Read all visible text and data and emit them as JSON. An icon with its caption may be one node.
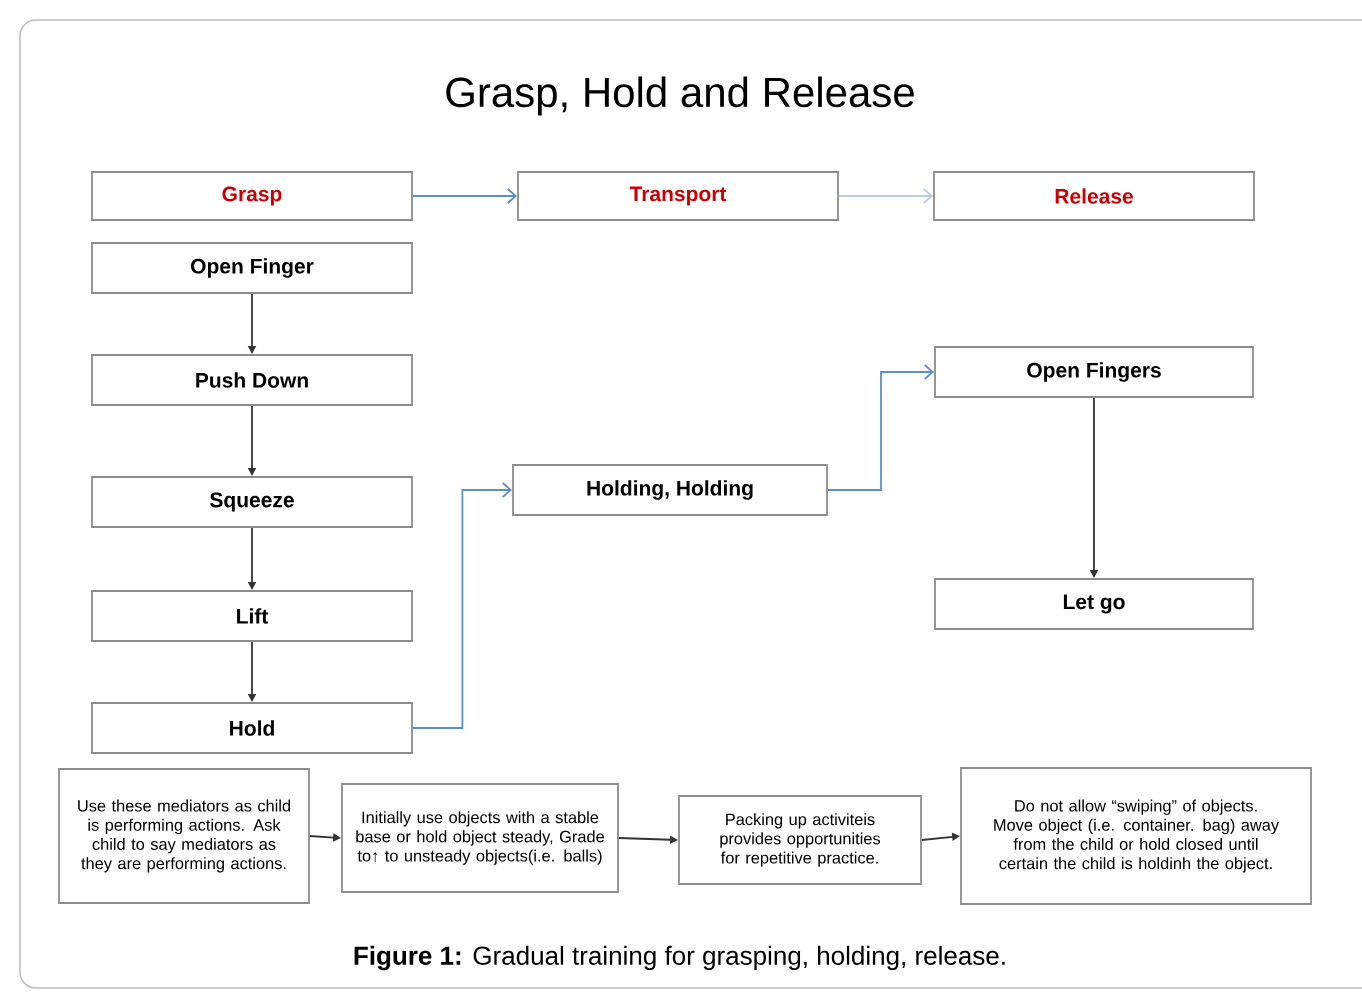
{
  "diagram": {
    "title": "Grasp, Hold and Release",
    "caption": "**Figure 1:** Gradual training for grasping, holding, release.",
    "nodes": [
      {
        "text": [
          "Grasp"
        ]
      },
      {
        "text": [
          "Transport"
        ]
      },
      {
        "text": [
          "Release"
        ]
      },
      {
        "text": [
          "Open Finger"
        ]
      },
      {
        "text": [
          "Push Down"
        ]
      },
      {
        "text": [
          "Squeeze"
        ]
      },
      {
        "text": [
          "Lift"
        ]
      },
      {
        "text": [
          "Hold"
        ]
      },
      {
        "text": [
          "Holding, Holding"
        ]
      },
      {
        "text": [
          "Open Fingers"
        ]
      },
      {
        "text": [
          "Let go"
        ]
      },
      {
        "text": [
          "Use these mediators as child is performing actions. Ask child to say mediators as they are performing actions."
        ]
      },
      {
        "text": [
          "Initially use objects with a stable base or hold object steady, Grade to↑ to unsteady objects(i.e. balls)"
        ]
      },
      {
        "text": [
          "Packing up activiteis provides opportunities for repetitive practice."
        ]
      },
      {
        "text": [
          "Do not allow “swiping” of objects. Move object (i.e. container. bag) away from the child or hold closed until certain the child is holdinh the object."
        ]
      }
    ],
    "edges": [
      {
        "from": 0,
        "to": 1,
        "arrow": "to",
        "color": "#5b8fc9"
      },
      {
        "from": 1,
        "to": 2,
        "arrow": "to",
        "color": "#b8cde6"
      },
      {
        "from": 3,
        "to": 4,
        "arrow": "to"
      },
      {
        "from": 4,
        "to": 5,
        "arrow": "to"
      },
      {
        "from": 5,
        "to": 6,
        "arrow": "to"
      },
      {
        "from": 6,
        "to": 7,
        "arrow": "to"
      },
      {
        "from": 7,
        "to": 8,
        "arrow": "to",
        "color": "#5b8fc9"
      },
      {
        "from": 8,
        "to": 9,
        "arrow": "to",
        "color": "#5b8fc9"
      },
      {
        "from": 9,
        "to": 10,
        "arrow": "to"
      },
      {
        "from": 11,
        "to": 12,
        "arrow": "to"
      },
      {
        "from": 12,
        "to": 13,
        "arrow": "to"
      },
      {
        "from": 13,
        "to": 14,
        "arrow": "to"
      }
    ]
  }
}
